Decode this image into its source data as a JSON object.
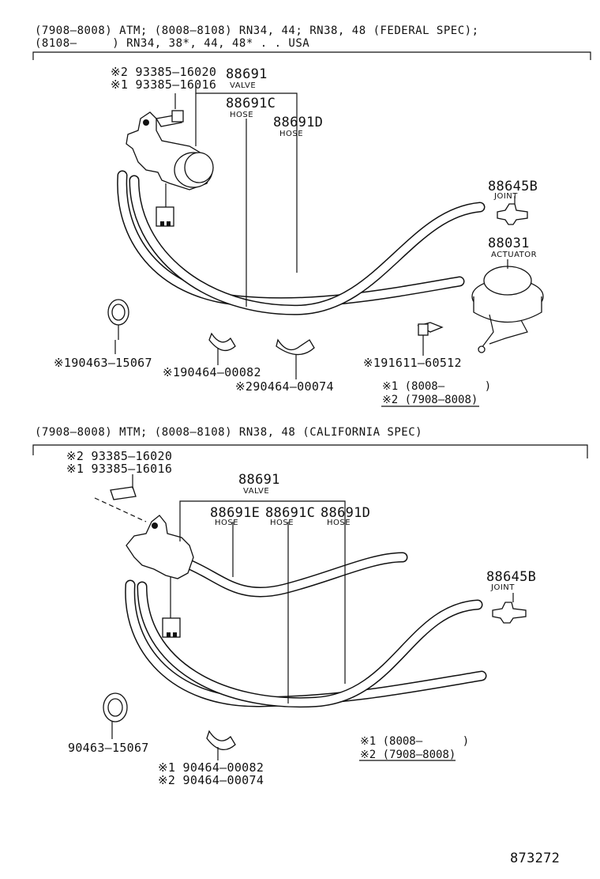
{
  "upper": {
    "header_line1": "(7908–8008) ATM; (8008–8108) RN34, 44; RN38, 48 (FEDERAL SPEC);",
    "header_line2": "(8108–     ) RN34, 38*, 44, 48* . . USA",
    "bolt_pn_2": "※2 93385–16020",
    "bolt_pn_1": "※1 93385–16016",
    "valve_pn": "88691",
    "valve_name": "VALVE",
    "hose_c_pn": "88691C",
    "hose_c_name": "HOSE",
    "hose_d_pn": "88691D",
    "hose_d_name": "HOSE",
    "joint_pn": "88645B",
    "joint_name": "JOINT",
    "actuator_pn": "88031",
    "actuator_name": "ACTUATOR",
    "clamp_pn": "※190463–15067",
    "clip_pn_1": "※190464–00082",
    "clip_pn_2": "※290464–00074",
    "screw_pn": "※191611–60512",
    "legend_1": "※1 (8008–      )",
    "legend_2": "※2 (7908–8008)"
  },
  "lower": {
    "header_line1": "(7908–8008) MTM; (8008–8108) RN38, 48 (CALIFORNIA SPEC)",
    "bolt_pn_2": "※2 93385–16020",
    "bolt_pn_1": "※1 93385–16016",
    "valve_pn": "88691",
    "valve_name": "VALVE",
    "hose_e_pn": "88691E",
    "hose_e_name": "HOSE",
    "hose_c_pn": "88691C",
    "hose_c_name": "HOSE",
    "hose_d_pn": "88691D",
    "hose_d_name": "HOSE",
    "joint_pn": "88645B",
    "joint_name": "JOINT",
    "clamp_pn": "90463–15067",
    "clip_pn_1": "※1 90464–00082",
    "clip_pn_2": "※2 90464–00074",
    "legend_1": "※1 (8008–      )",
    "legend_2": "※2 (7908–8008)"
  },
  "figure_number": "873272"
}
